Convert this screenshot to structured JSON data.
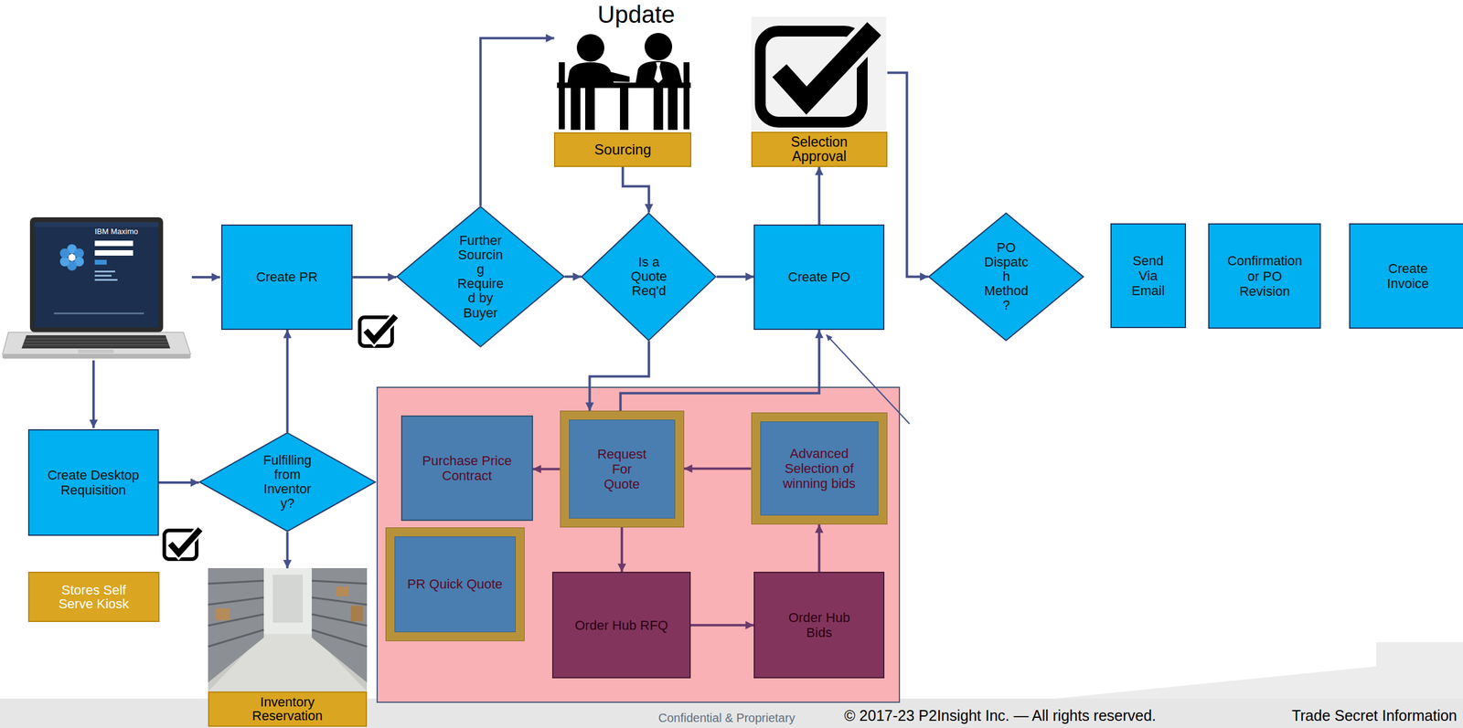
{
  "diagram": {
    "nodes": [
      {
        "text": [
          "Sourcing"
        ]
      },
      {
        "text": [
          "Selection Approval"
        ]
      },
      {
        "text": [
          "Create PR"
        ]
      },
      {
        "text": [
          "Further Sourcin g Require d by Buyer"
        ]
      },
      {
        "text": [
          "Is a Quote Req'd"
        ]
      },
      {
        "text": [
          "Create PO"
        ]
      },
      {
        "text": [
          "PO Dispatc h Method ?"
        ]
      },
      {
        "text": [
          "Send Via Email"
        ]
      },
      {
        "text": [
          "Confirmation or PO Revision"
        ]
      },
      {
        "text": [
          "Create Invoice"
        ]
      },
      {
        "text": [
          "Purchase Price Contract"
        ]
      },
      {
        "text": [
          "Request For Quote"
        ]
      },
      {
        "text": [
          "Advanced Selection of winning bids"
        ]
      },
      {
        "text": [
          "Create Desktop Requisition"
        ]
      },
      {
        "text": [
          "Fulfilling from Inventor y?"
        ]
      },
      {
        "text": [
          "PR Quick Quote"
        ]
      },
      {
        "text": [
          "Order Hub RFQ"
        ]
      },
      {
        "text": [
          "Order Hub Bids"
        ]
      },
      {
        "text": [
          "Stores Self Serve Kiosk"
        ]
      },
      {
        "text": [
          "Inventory Reservation"
        ]
      }
    ],
    "edges": [
      {
        "from": 2,
        "to": 3,
        "arrow": "to"
      },
      {
        "from": 3,
        "to": 4,
        "arrow": "to"
      },
      {
        "from": 3,
        "to": 0,
        "arrow": "to"
      },
      {
        "from": 0,
        "to": 4,
        "arrow": "to"
      },
      {
        "from": 4,
        "to": 5,
        "arrow": "to"
      },
      {
        "from": 4,
        "to": 11,
        "arrow": "to"
      },
      {
        "from": 11,
        "to": 5,
        "arrow": "to"
      },
      {
        "from": 5,
        "to": 1,
        "arrow": "to"
      },
      {
        "from": 1,
        "to": 6,
        "arrow": "to"
      },
      {
        "from": 11,
        "to": 10,
        "arrow": "to"
      },
      {
        "from": 12,
        "to": 11,
        "arrow": "to"
      },
      {
        "from": 11,
        "to": 16,
        "arrow": "to"
      },
      {
        "from": 16,
        "to": 17,
        "arrow": "to"
      },
      {
        "from": 17,
        "to": 12,
        "arrow": "to"
      },
      {
        "from": 13,
        "to": 14,
        "arrow": "to"
      },
      {
        "from": 14,
        "to": 2,
        "arrow": "to"
      },
      {
        "from": 14,
        "to": 19,
        "arrow": "to"
      }
    ],
    "labels": [
      "Update",
      "IBM Maximo",
      "Confidential & Proprietary",
      "© 2017-23 P2Insight Inc. — All rights reserved.",
      "Trade Secret Information"
    ]
  }
}
